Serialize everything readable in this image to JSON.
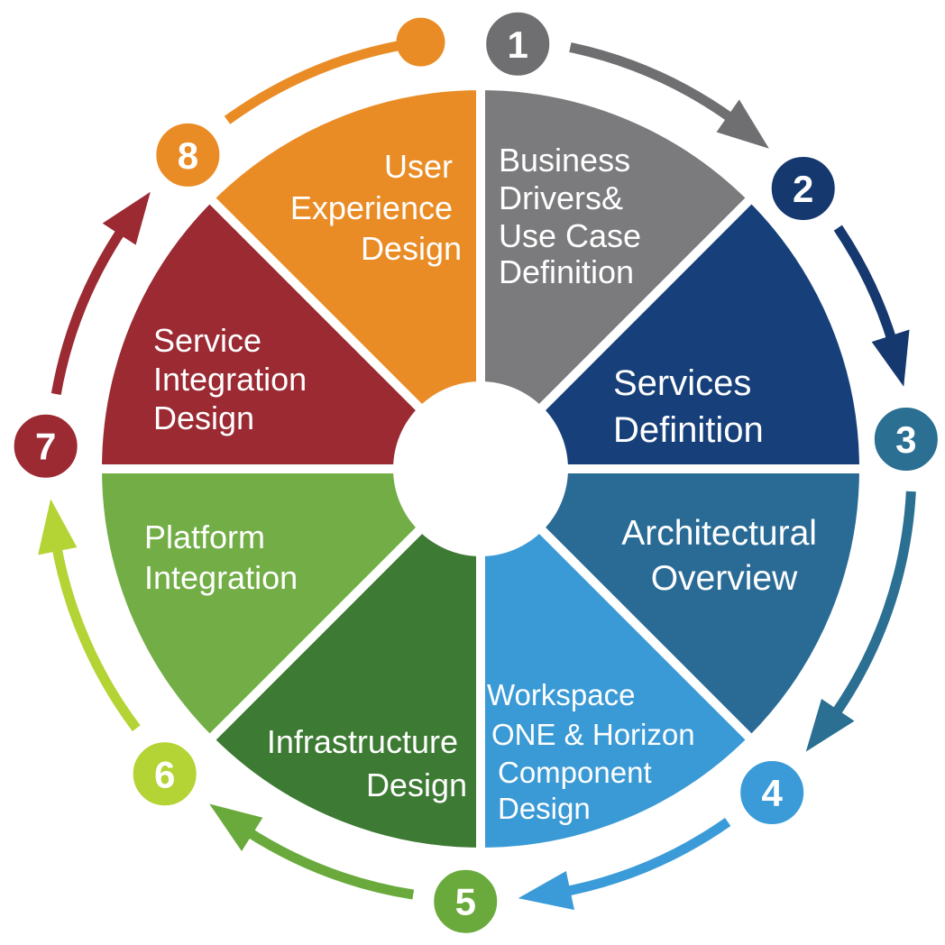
{
  "diagram": {
    "title": "Design cycle",
    "segments": [
      {
        "step": "1",
        "lines": [
          "Business",
          "Drivers&",
          "Use Case",
          "Definition"
        ],
        "color": "#7b7b7d",
        "step_color": "#6f6f71"
      },
      {
        "step": "2",
        "lines": [
          "Services",
          "Definition"
        ],
        "color": "#17407a",
        "step_color": "#15386f"
      },
      {
        "step": "3",
        "lines": [
          "Architectural",
          "Overview"
        ],
        "color": "#2a6b96",
        "step_color": "#2b6f93"
      },
      {
        "step": "4",
        "lines": [
          "Workspace",
          "ONE & Horizon",
          "Component",
          "Design"
        ],
        "color": "#3a9ad6",
        "step_color": "#3b9bd8"
      },
      {
        "step": "5",
        "lines": [
          "Infrastructure",
          "Design"
        ],
        "color": "#3d7a33",
        "step_color": "#6aaa3c"
      },
      {
        "step": "6",
        "lines": [
          "Platform",
          "Integration"
        ],
        "color": "#72ad46",
        "step_color": "#b4d334"
      },
      {
        "step": "7",
        "lines": [
          "Service",
          "Integration",
          "Design"
        ],
        "color": "#9b2a33",
        "step_color": "#9b2a33"
      },
      {
        "step": "8",
        "lines": [
          "User",
          "Experience",
          "Design"
        ],
        "color": "#ea8c26",
        "step_color": "#ea8c26"
      }
    ]
  }
}
